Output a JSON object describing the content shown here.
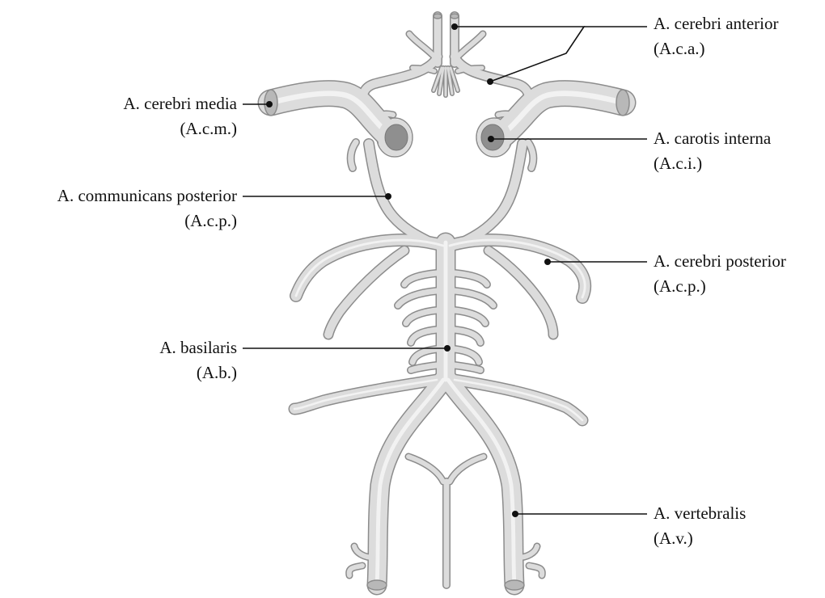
{
  "labels": {
    "aca": {
      "name": "A. cerebri anterior",
      "abbr": "(A.c.a.)"
    },
    "acm": {
      "name": "A. cerebri media",
      "abbr": "(A.c.m.)"
    },
    "aci": {
      "name": "A. carotis interna",
      "abbr": "(A.c.i.)"
    },
    "acomp": {
      "name": "A. communicans posterior",
      "abbr": "(A.c.p.)"
    },
    "acp": {
      "name": "A. cerebri posterior",
      "abbr": "(A.c.p.)"
    },
    "ab": {
      "name": "A. basilaris",
      "abbr": "(A.b.)"
    },
    "av": {
      "name": "A. vertebralis",
      "abbr": "(A.v.)"
    }
  },
  "colors": {
    "vessel_fill": "#dcdcdc",
    "vessel_outline": "#8c8c8c",
    "vessel_highlight": "#f2f2f2",
    "lumen": "#8f8f8f",
    "text": "#111111"
  }
}
